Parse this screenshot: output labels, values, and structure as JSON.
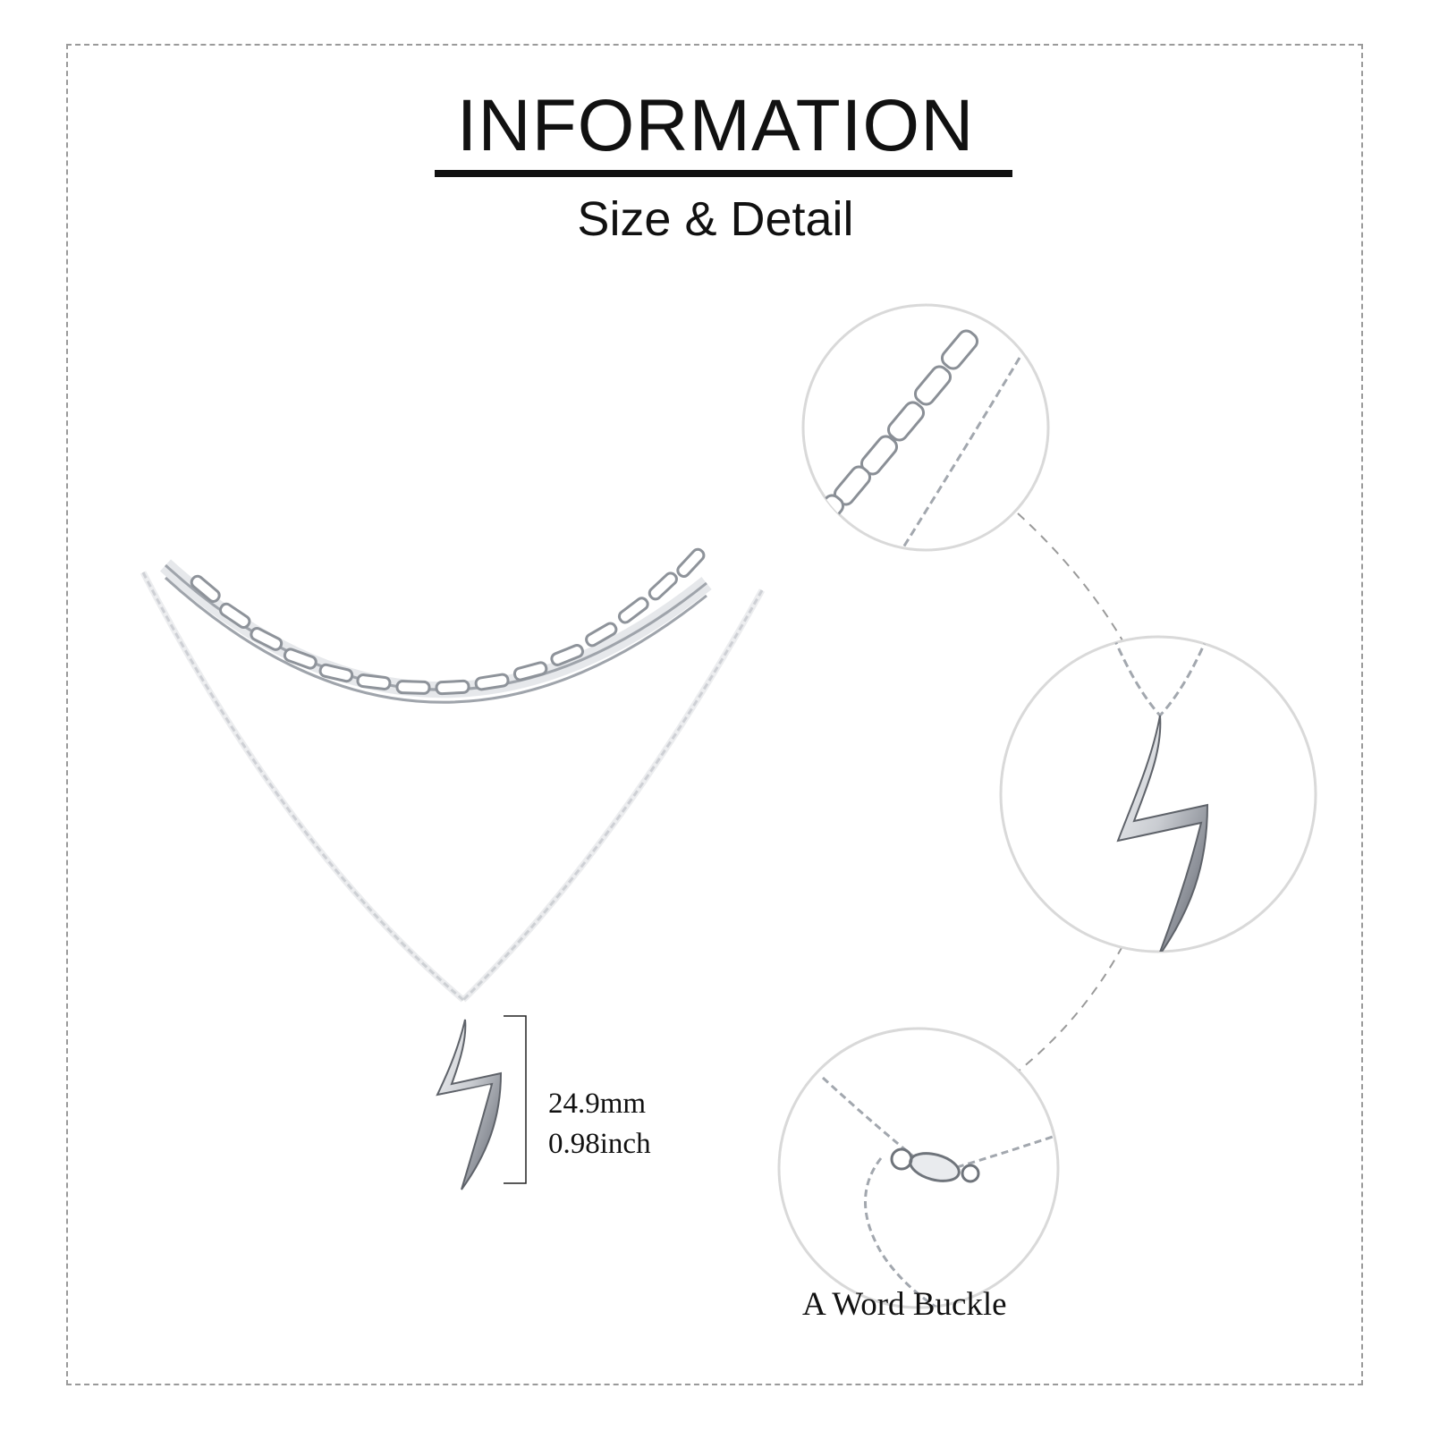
{
  "heading": {
    "title": "INFORMATION",
    "subtitle": "Size & Detail"
  },
  "dimensions": {
    "metric": "24.9mm",
    "imperial": "0.98inch"
  },
  "details": {
    "clasp_caption": "A Word Buckle"
  },
  "colors": {
    "silver": "#a9aeb5",
    "silver_light": "#d3d6db",
    "silver_dark": "#6f747b",
    "border": "#9a9a9a",
    "text": "#111111"
  }
}
